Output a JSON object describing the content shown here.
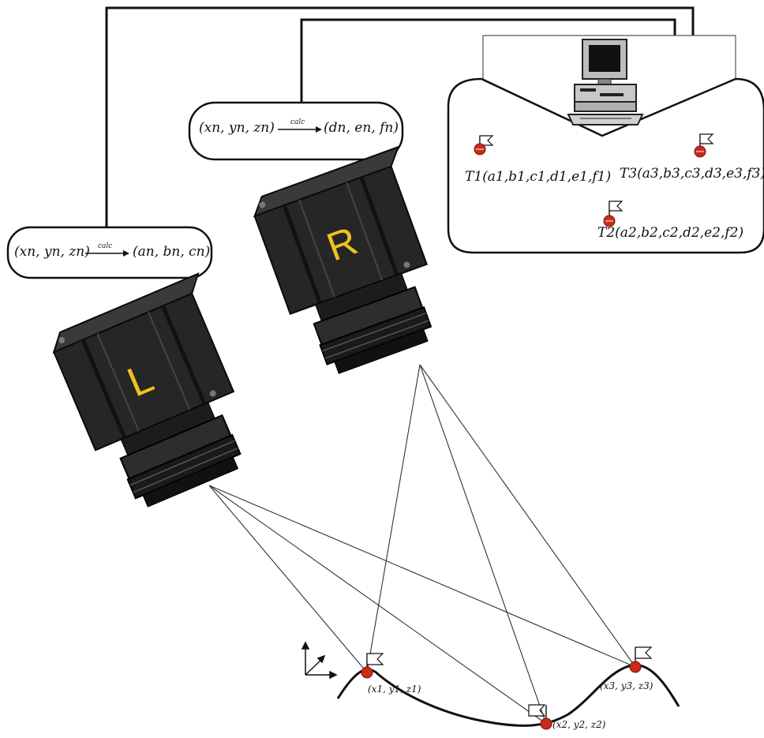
{
  "left_box": {
    "input": "(xn, yn, zn)",
    "calc": "calc",
    "output": "(an, bn, cn)"
  },
  "right_box": {
    "input": "(xn, yn, zn)",
    "calc": "calc",
    "output": "(dn, en, fn)"
  },
  "cameras": {
    "left_letter": "L",
    "right_letter": "R"
  },
  "targets": [
    {
      "label": "T1(a1,b1,c1,d1,e1,f1)"
    },
    {
      "label": "T3(a3,b3,c3,d3,e3,f3)"
    },
    {
      "label": "T2(a2,b2,c2,d2,e2,f2)"
    }
  ],
  "points": [
    {
      "label": "(x1, y1, z1)"
    },
    {
      "label": "(x2, y2, z2)"
    },
    {
      "label": "(x3, y3, z3)"
    }
  ],
  "colors": {
    "marker": "#cc2a1a",
    "camera_body": "#222222",
    "letter": "#f1c21b",
    "line": "#111111"
  }
}
